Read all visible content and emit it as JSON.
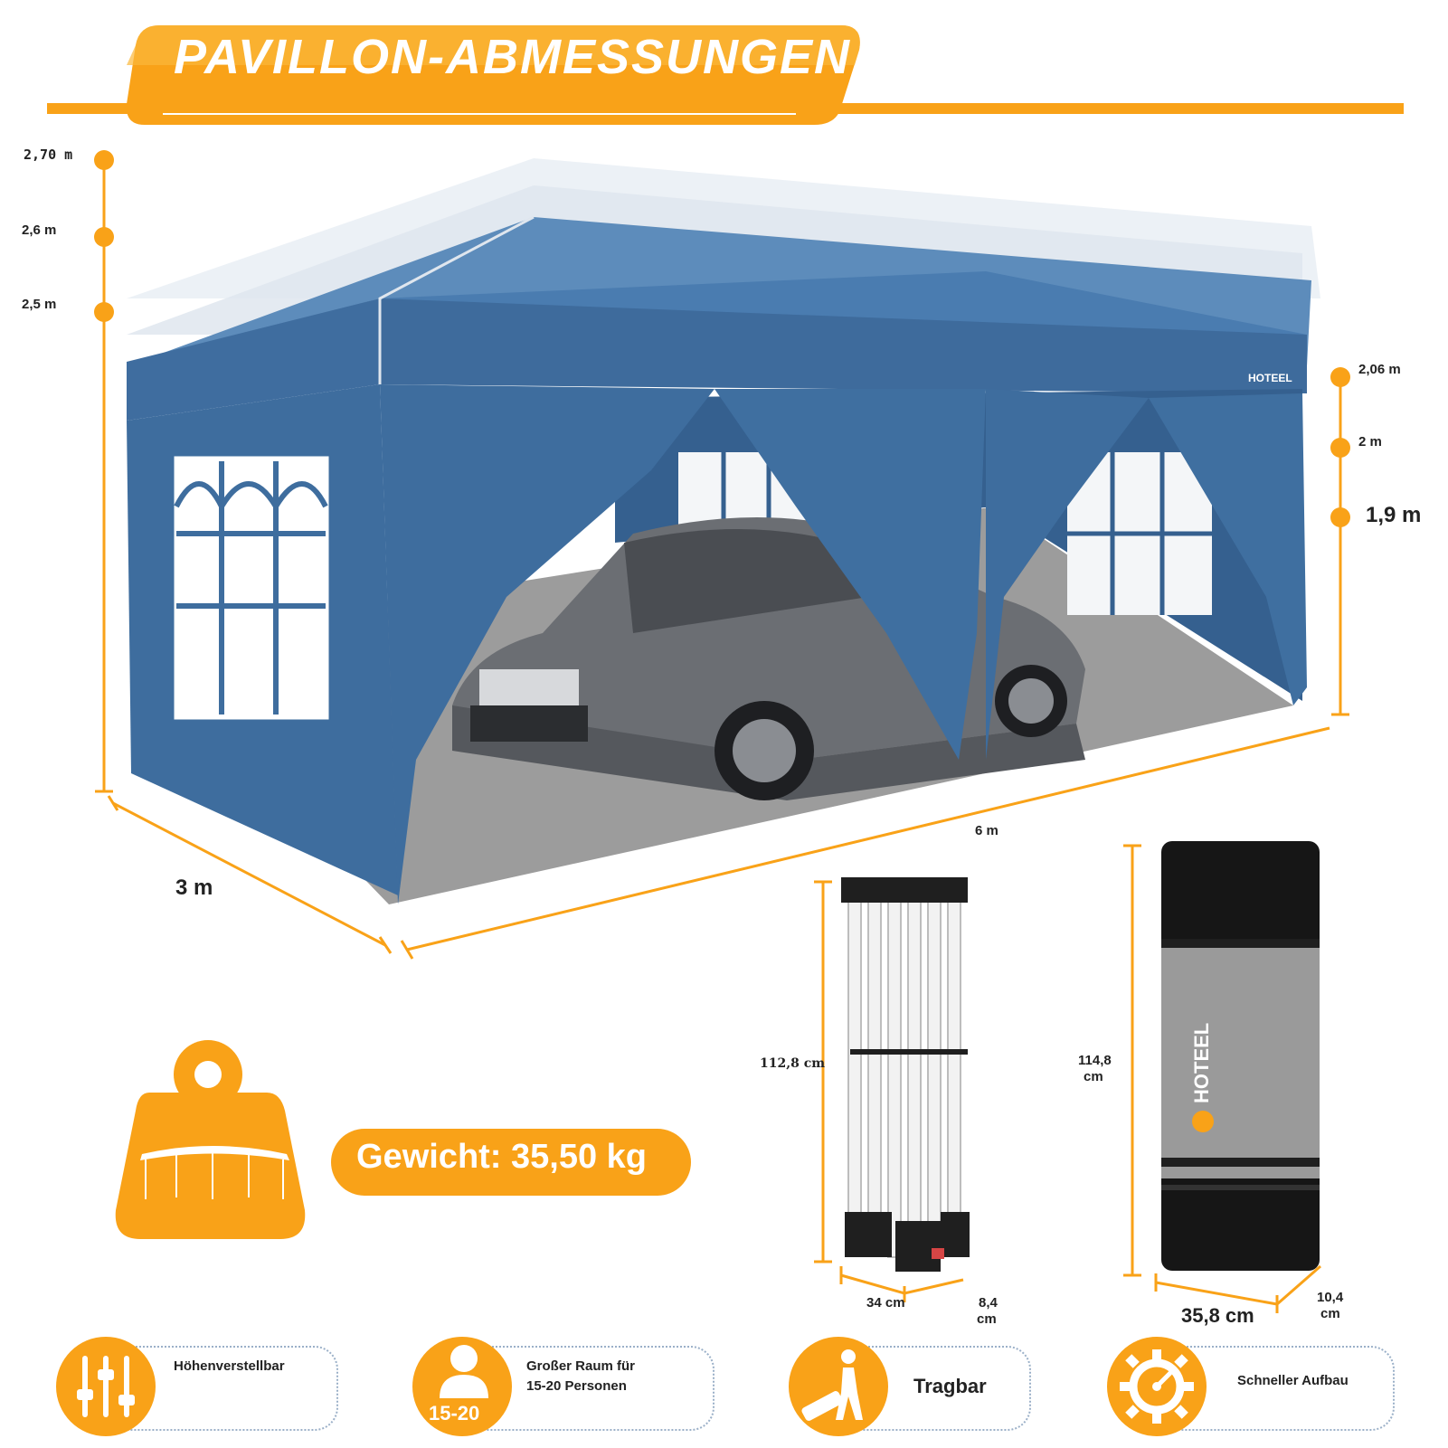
{
  "title": "PAVILLON-ABMESSUNGEN",
  "heights_left": [
    "2,70 m",
    "2,6 m",
    "2,5 m"
  ],
  "heights_right": [
    "2,06 m",
    "2 m",
    "1,9 m"
  ],
  "width": "3 m",
  "length": "6 m",
  "brand": "HOTEEL",
  "weight_label": "Gewicht: 35,50 kg",
  "frame": {
    "height": "112,8 cm",
    "width": "34 cm",
    "depth_value": "8,4",
    "depth_unit": "cm"
  },
  "bag": {
    "height_value": "114,8",
    "height_unit": "cm",
    "width": "35,8 cm",
    "depth_value": "10,4",
    "depth_unit": "cm"
  },
  "features": [
    {
      "icon": "sliders-icon",
      "label": "Höhenverstellbar"
    },
    {
      "icon": "person-icon",
      "badge": "15-20",
      "label_line1": "Großer Raum für",
      "label_line2": "15-20 Personen"
    },
    {
      "icon": "walking-person-icon",
      "label": "Tragbar"
    },
    {
      "icon": "speed-gear-icon",
      "label": "Schneller Aufbau"
    }
  ],
  "colors": {
    "accent": "#f9a218",
    "tent_blue": "#3e6d9e",
    "roof_white": "#eef2f6",
    "floor_gray": "#9a9a9a"
  }
}
